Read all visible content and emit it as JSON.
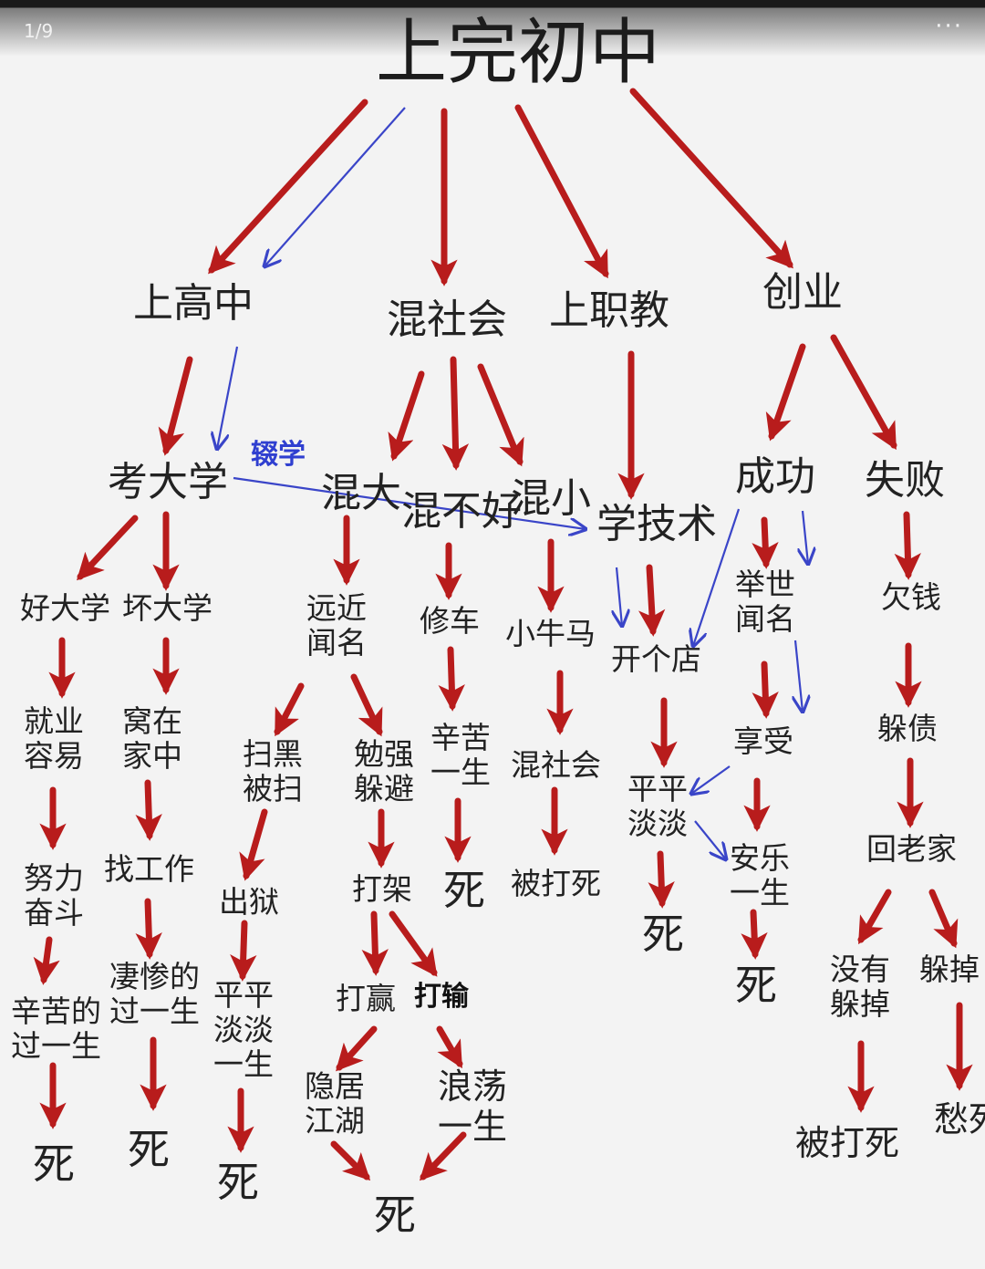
{
  "viewer": {
    "counter": "1/9",
    "more": "···"
  },
  "diagram": {
    "root": "上完初中",
    "l1": {
      "gaozhong": "上高中",
      "hunshehui": "混社会",
      "zhijiao": "上职教",
      "chuangye": "创业"
    },
    "l2": {
      "kaodaxue": "考大学",
      "hunda": "混大",
      "hunbuhao": "混不好",
      "hunxiao": "混小",
      "xuejishu": "学技术",
      "chenggong": "成功",
      "shibai": "失败",
      "chuoxue": "辍学"
    },
    "l3": {
      "haodaxue": "好大学",
      "huaidaxue": "坏大学",
      "yuanjin": [
        "远近",
        "闻名"
      ],
      "xiuche": "修车",
      "xiaoniuma": "小牛马",
      "kaigedian": "开个店",
      "jushi": [
        "举世",
        "闻名"
      ],
      "qianqian": "欠钱"
    },
    "l4": {
      "jiuye": [
        "就业",
        "容易"
      ],
      "wozai": [
        "窝在",
        "家中"
      ],
      "saohei": [
        "扫黑",
        "被扫"
      ],
      "mianqiang": [
        "勉强",
        "躲避"
      ],
      "xinku1": [
        "辛苦",
        "一生"
      ],
      "hunshehui2": "混社会",
      "pingping1": [
        "平平",
        "淡淡"
      ],
      "xiangshou": "享受",
      "duozhai": "躲债"
    },
    "l5": {
      "nuli": [
        "努力",
        "奋斗"
      ],
      "zhaogongzuo": "找工作",
      "chuyu": "出狱",
      "dajia": "打架",
      "si_xiuche": "死",
      "beidasi1": "被打死",
      "anle": [
        "安乐",
        "一生"
      ],
      "si_dian": "死",
      "huilaojia": "回老家"
    },
    "l6": {
      "xinkude": [
        "辛苦的",
        "过一生"
      ],
      "qicande": [
        "凄惨的",
        "过一生"
      ],
      "pingping2": [
        "平平",
        "淡淡",
        "一生"
      ],
      "daying": "打赢",
      "dashu": "打输",
      "si_anle": "死",
      "meiyou": [
        "没有",
        "躲掉"
      ],
      "duodiao": "躲掉"
    },
    "l7": {
      "yinju": [
        "隐居",
        "江湖"
      ],
      "langdang": [
        "浪荡",
        "一生"
      ],
      "si1": "死",
      "si2": "死",
      "si3": "死",
      "si4": "死",
      "beidasi2": "被打死",
      "chousi": "愁死"
    },
    "colors": {
      "red_arrow": "#b81c1c",
      "blue_arrow": "#3a45c8"
    }
  }
}
